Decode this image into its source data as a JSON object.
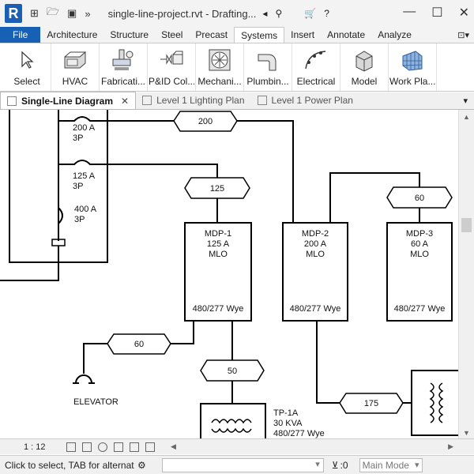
{
  "titlebar": {
    "app_letter": "R",
    "title": "single-line-project.rvt - Drafting...",
    "window_controls": [
      "minimize-icon",
      "restore-icon",
      "close-icon"
    ]
  },
  "ribbon_tabs": [
    "File",
    "Architecture",
    "Structure",
    "Steel",
    "Precast",
    "Systems",
    "Insert",
    "Annotate",
    "Analyze"
  ],
  "active_ribbon_tab": "Systems",
  "ribbon_buttons": [
    {
      "label": "Select",
      "icon": "cursor-icon"
    },
    {
      "label": "HVAC",
      "icon": "duct-icon"
    },
    {
      "label": "Fabricati...",
      "icon": "fabrication-icon"
    },
    {
      "label": "P&ID Col...",
      "icon": "pid-icon"
    },
    {
      "label": "Mechani...",
      "icon": "fan-icon"
    },
    {
      "label": "Plumbin...",
      "icon": "pipe-icon"
    },
    {
      "label": "Electrical",
      "icon": "wire-icon"
    },
    {
      "label": "Model",
      "icon": "cube-icon"
    },
    {
      "label": "Work Pla...",
      "icon": "grid-icon"
    }
  ],
  "view_tabs": [
    {
      "label": "Single-Line Diagram",
      "active": true
    },
    {
      "label": "Level 1 Lighting Plan",
      "active": false
    },
    {
      "label": "Level 1 Power Plan",
      "active": false
    }
  ],
  "diagram": {
    "breakers": [
      {
        "line1": "200 A",
        "line2": "3P"
      },
      {
        "line1": "125 A",
        "line2": "3P"
      },
      {
        "line1": "400 A",
        "line2": "3P"
      }
    ],
    "feeder_tags": [
      "200",
      "125",
      "60",
      "60",
      "50",
      "175"
    ],
    "panels": [
      {
        "name": "MDP-1",
        "rating": "125 A",
        "type": "MLO",
        "voltage": "480/277 Wye"
      },
      {
        "name": "MDP-2",
        "rating": "200 A",
        "type": "MLO",
        "voltage": "480/277 Wye"
      },
      {
        "name": "MDP-3",
        "rating": "60 A",
        "type": "MLO",
        "voltage": "480/277 Wye"
      }
    ],
    "elevator_label": "ELEVATOR",
    "transformer": {
      "name": "TP-1A",
      "size": "30 KVA",
      "voltage": "480/277 Wye"
    }
  },
  "viewbar": {
    "scale": "1 : 12"
  },
  "statusbar": {
    "hint": "Click to select, TAB for alternate",
    "zero_value": ":0",
    "mode": "Main Mode"
  },
  "colors": {
    "file_tab": "#1660b5",
    "app_logo": "#1b5fb5"
  }
}
